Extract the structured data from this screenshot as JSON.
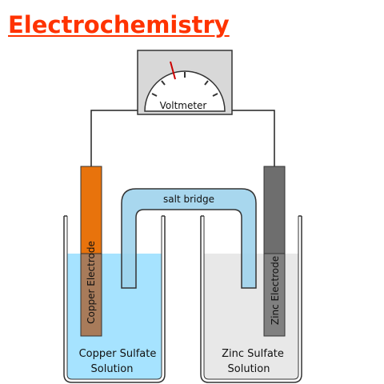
{
  "title": "Electrochemistry",
  "voltmeter_label": "Voltmeter",
  "salt_bridge_label": "salt bridge",
  "left_electrode_label": "Copper Electrode",
  "right_electrode_label": "Zinc Electrode",
  "left_solution": [
    "Copper Sulfate",
    "Solution"
  ],
  "right_solution": [
    "Zinc Sulfate",
    "Solution"
  ],
  "colors": {
    "title": "#ff3300",
    "copper_electrode": "#e8730c",
    "copper_electrode_inner": "#a87b5a",
    "zinc_electrode": "#6e6e6e",
    "copper_solution": "#a6e3ff",
    "zinc_solution": "#e8e8e8",
    "salt_bridge": "#9fd3ec",
    "voltmeter_needle": "#cc0000"
  }
}
